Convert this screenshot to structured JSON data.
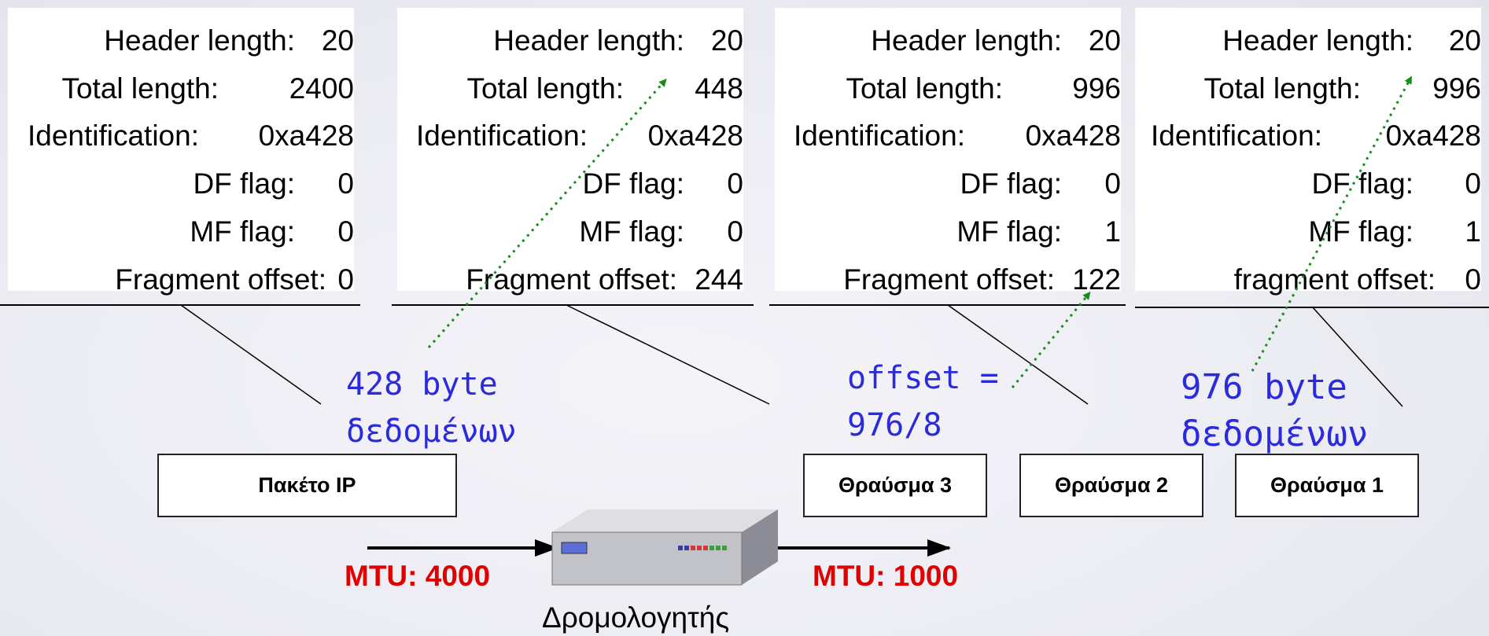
{
  "packets": [
    {
      "name": "original",
      "fields": [
        {
          "label": "Header length:",
          "value": "20"
        },
        {
          "label": "Total length:",
          "value": "2400"
        },
        {
          "label": "Identification:",
          "value": "0xa428"
        },
        {
          "label": "DF flag:",
          "value": "0"
        },
        {
          "label": "MF flag:",
          "value": "0"
        },
        {
          "label": "Fragment offset:",
          "value": "0"
        }
      ]
    },
    {
      "name": "fragment-3",
      "fields": [
        {
          "label": "Header length:",
          "value": "20"
        },
        {
          "label": "Total length:",
          "value": "448"
        },
        {
          "label": "Identification:",
          "value": "0xa428"
        },
        {
          "label": "DF flag:",
          "value": "0"
        },
        {
          "label": "MF flag:",
          "value": "0"
        },
        {
          "label": "Fragment offset:",
          "value": "244"
        }
      ]
    },
    {
      "name": "fragment-2",
      "fields": [
        {
          "label": "Header length:",
          "value": "20"
        },
        {
          "label": "Total length:",
          "value": "996"
        },
        {
          "label": "Identification:",
          "value": "0xa428"
        },
        {
          "label": "DF flag:",
          "value": "0"
        },
        {
          "label": "MF flag:",
          "value": "1"
        },
        {
          "label": "Fragment offset:",
          "value": "122"
        }
      ]
    },
    {
      "name": "fragment-1",
      "fields": [
        {
          "label": "Header length:",
          "value": "20"
        },
        {
          "label": "Total length:",
          "value": "996"
        },
        {
          "label": "Identification:",
          "value": "0xa428"
        },
        {
          "label": "DF flag:",
          "value": "0"
        },
        {
          "label": "MF flag:",
          "value": "1"
        },
        {
          "label": "fragment offset:",
          "value": "0"
        }
      ]
    }
  ],
  "annotations": {
    "note1": {
      "line1": "428 byte",
      "line2": "δεδομένων"
    },
    "note2": {
      "line1": "offset =",
      "line2": "976/8"
    },
    "note3": {
      "line1": "976 byte",
      "line2": "δεδομένων"
    }
  },
  "boxes": {
    "ip_packet": "Πακέτο IP",
    "fragment3": "Θραύσμα 3",
    "fragment2": "Θραύσμα 2",
    "fragment1": "Θραύσμα 1"
  },
  "router": {
    "label": "Δρομολογητής",
    "mtu_in": "MTU: 4000",
    "mtu_out": "MTU: 1000"
  },
  "colors": {
    "annotation": "#2b2bdd",
    "mtu": "#e00000",
    "dotted_arrow": "#1a8a1a"
  }
}
